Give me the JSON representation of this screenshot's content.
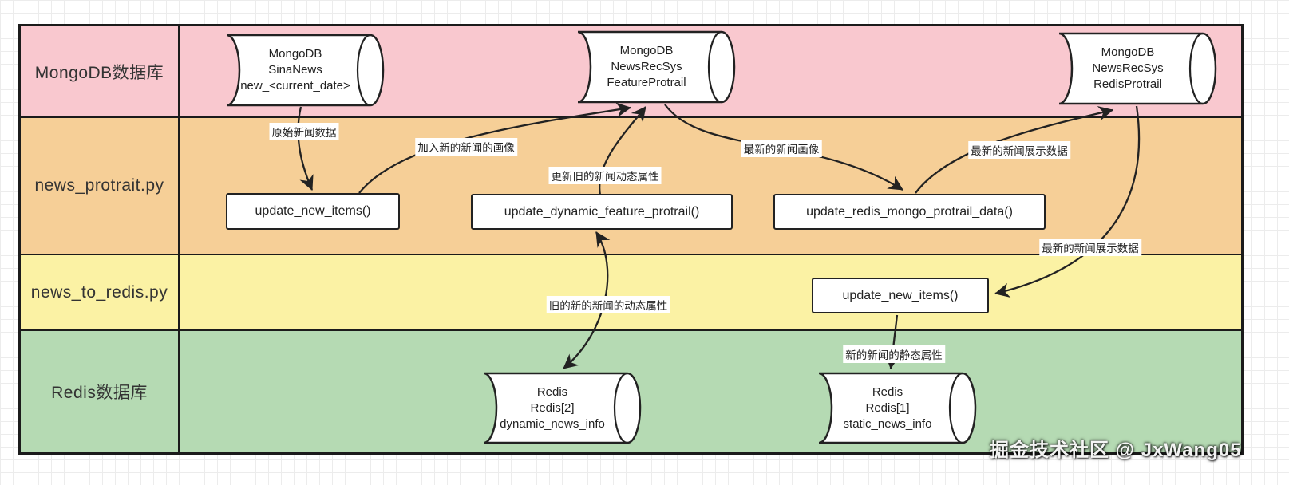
{
  "colors": {
    "lane_mongodb_bg": "#f9c8cf",
    "lane_protrait_bg": "#f6cf97",
    "lane_to_redis_bg": "#fbf2a4",
    "lane_redis_bg": "#b5dab3",
    "node_fill": "#ffffff",
    "line_color": "#222222"
  },
  "lanes": [
    {
      "label": "MongoDB数据库"
    },
    {
      "label": "news_protrait.py"
    },
    {
      "label": "news_to_redis.py"
    },
    {
      "label": "Redis数据库"
    }
  ],
  "cylinders": [
    {
      "lines": [
        "MongoDB",
        "SinaNews",
        "new_<current_date>"
      ]
    },
    {
      "lines": [
        "MongoDB",
        "NewsRecSys",
        "FeatureProtrail"
      ]
    },
    {
      "lines": [
        "MongoDB",
        "NewsRecSys",
        "RedisProtrail"
      ]
    },
    {
      "lines": [
        "Redis",
        "Redis[2]",
        "dynamic_news_info"
      ]
    },
    {
      "lines": [
        "Redis",
        "Redis[1]",
        "static_news_info"
      ]
    }
  ],
  "functions": [
    {
      "label": "update_new_items()"
    },
    {
      "label": "update_dynamic_feature_protrail()"
    },
    {
      "label": "update_redis_mongo_protrail_data()"
    },
    {
      "label": "update_new_items()"
    }
  ],
  "edges": [
    {
      "label": "原始新闻数据"
    },
    {
      "label": "加入新的新闻的画像"
    },
    {
      "label": "更新旧的新闻动态属性"
    },
    {
      "label": "最新的新闻画像"
    },
    {
      "label": "最新的新闻展示数据"
    },
    {
      "label": "最新的新闻展示数据"
    },
    {
      "label": "旧的新的新闻的动态属性"
    },
    {
      "label": "新的新闻的静态属性"
    }
  ],
  "watermark": "掘金技术社区 @ JxWang05"
}
